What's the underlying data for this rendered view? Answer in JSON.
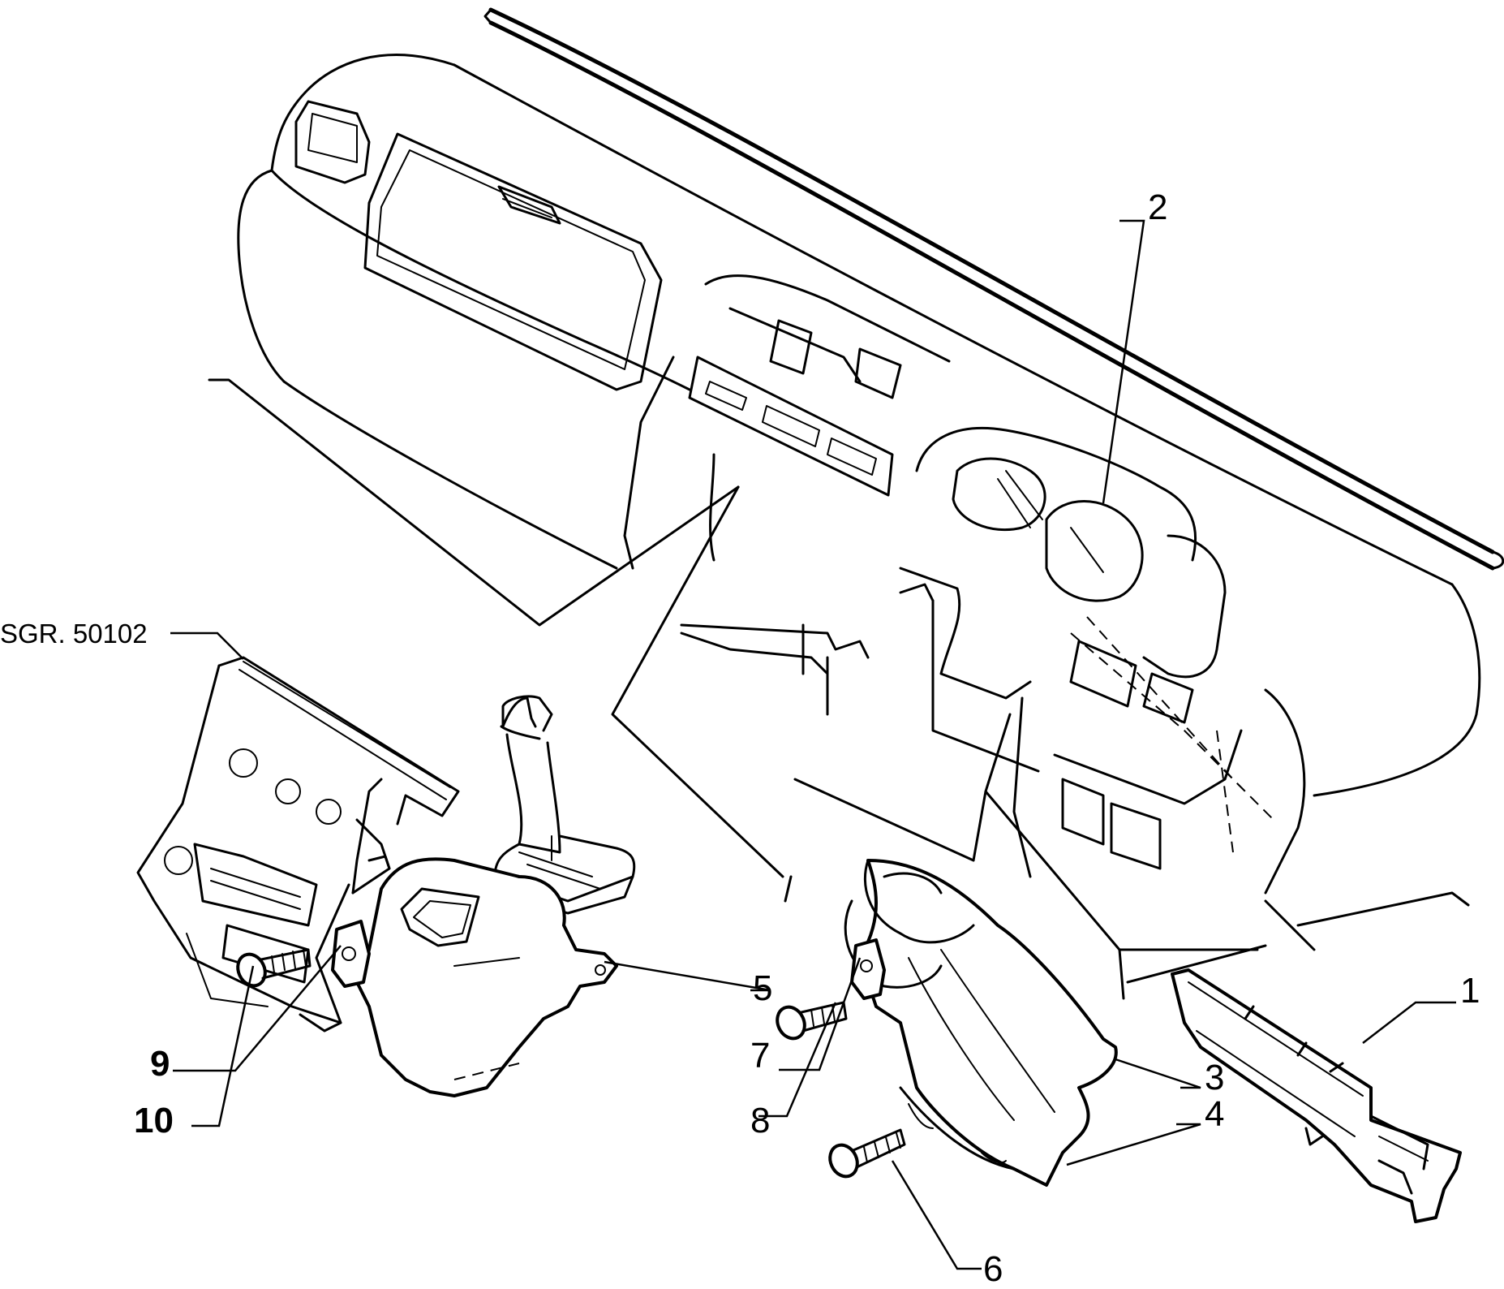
{
  "reference_group": "SGR. 50102",
  "callouts": [
    {
      "id": "1",
      "text": "1",
      "bold": false
    },
    {
      "id": "2",
      "text": "2",
      "bold": false
    },
    {
      "id": "3",
      "text": "3",
      "bold": false
    },
    {
      "id": "4",
      "text": "4",
      "bold": false
    },
    {
      "id": "5",
      "text": "5",
      "bold": false
    },
    {
      "id": "6",
      "text": "6",
      "bold": false
    },
    {
      "id": "7",
      "text": "7",
      "bold": false
    },
    {
      "id": "8",
      "text": "8",
      "bold": false
    },
    {
      "id": "9",
      "text": "9",
      "bold": true
    },
    {
      "id": "10",
      "text": "10",
      "bold": true
    }
  ]
}
